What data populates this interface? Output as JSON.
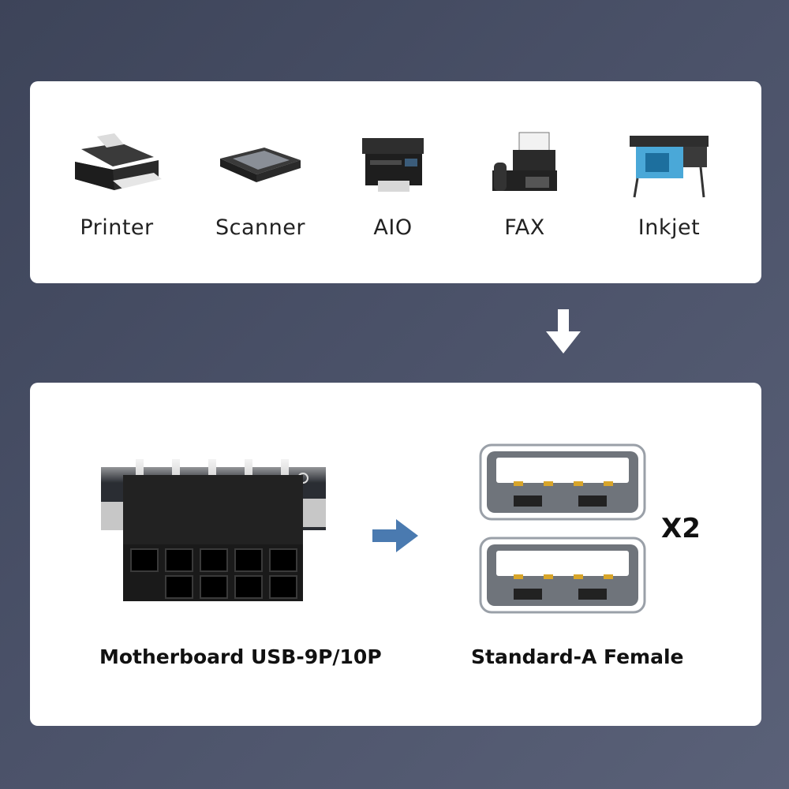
{
  "devices": [
    {
      "label": "Printer",
      "icon": "printer-icon"
    },
    {
      "label": "Scanner",
      "icon": "scanner-icon"
    },
    {
      "label": "AIO",
      "icon": "aio-printer-icon"
    },
    {
      "label": "FAX",
      "icon": "fax-icon"
    },
    {
      "label": "Inkjet",
      "icon": "large-format-inkjet-icon"
    }
  ],
  "connectors": {
    "source_label": "Motherboard USB-9P/10P",
    "target_label": "Standard-A Female",
    "multiplier": "X2"
  },
  "colors": {
    "background": "#454c63",
    "card": "#ffffff",
    "arrow_blue": "#4a7ab0"
  }
}
